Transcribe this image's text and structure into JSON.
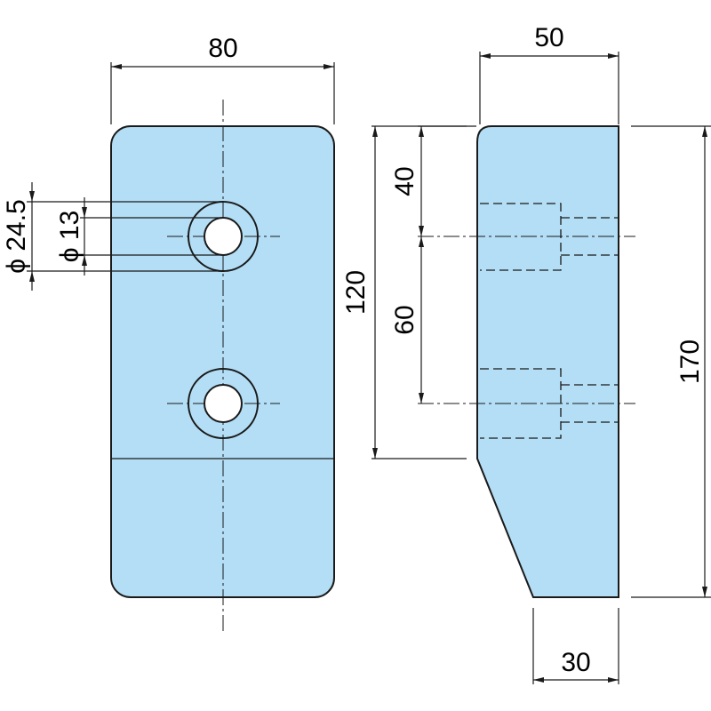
{
  "diagram": {
    "front_view": {
      "width_label": "80",
      "height_label": "120",
      "counterbore_label": "ϕ 24.5",
      "hole_label": "ϕ 13"
    },
    "side_view": {
      "top_width_label": "50",
      "bottom_width_label": "30",
      "total_height_label": "170",
      "first_hole_offset_label": "40",
      "hole_spacing_label": "60"
    },
    "colors": {
      "part_fill": "#b3def5",
      "line": "#1a1a1a",
      "background": "#ffffff"
    }
  }
}
